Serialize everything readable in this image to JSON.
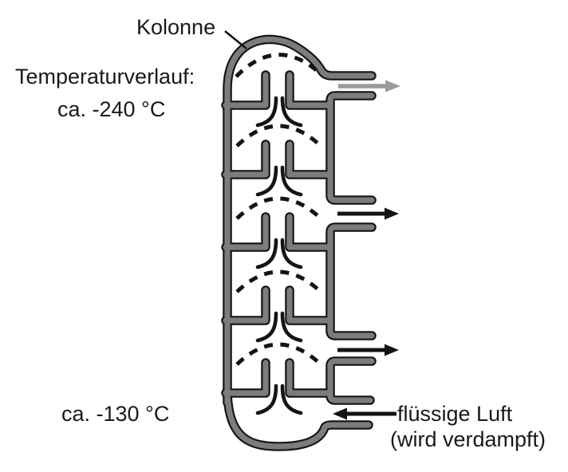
{
  "labels": {
    "kolonne": "Kolonne",
    "temperature_heading": "Temperaturverlauf:",
    "temperature_top": "ca. -240 °C",
    "temperature_bottom": "ca. -130 °C",
    "inlet_label_line1": "flüssige Luft",
    "inlet_label_line2": "(wird verdampft)"
  },
  "colors": {
    "background": "#ffffff",
    "text": "#1a1a1a",
    "wall_gray": "#7c7c7c",
    "outline_black": "#141414",
    "arrow_gray": "#9a9a9a",
    "ink": "#141414"
  },
  "figure": {
    "tray_count": 5,
    "right_outlet_arrows": 3,
    "bottom_inlet_arrows": 1
  }
}
